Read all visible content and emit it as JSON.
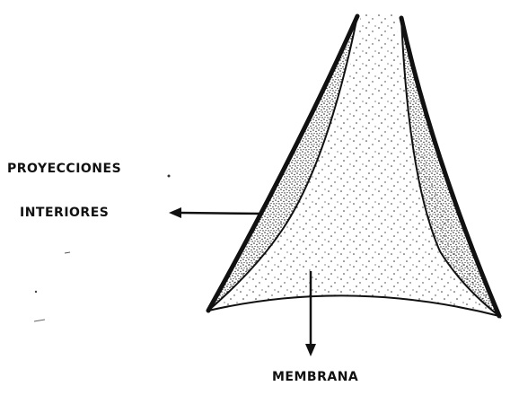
{
  "labels": {
    "proyecciones_line1": "PROYECCIONES",
    "proyecciones_line2": "INTERIORES",
    "membrana": "MEMBRANA"
  },
  "colors": {
    "ink": "#111111",
    "background": "#ffffff",
    "stipple": "#222222"
  }
}
